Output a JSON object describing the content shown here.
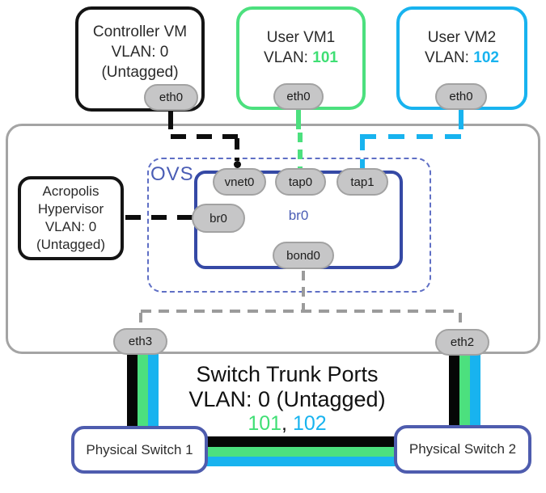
{
  "vms": {
    "controller": {
      "line1": "Controller VM",
      "line2": "VLAN: 0",
      "line3": "(Untagged)",
      "port": "eth0"
    },
    "vm1": {
      "line1": "User VM1",
      "vlan_prefix": "VLAN: ",
      "vlan": "101",
      "port": "eth0"
    },
    "vm2": {
      "line1": "User VM2",
      "vlan_prefix": "VLAN: ",
      "vlan": "102",
      "port": "eth0"
    }
  },
  "hypervisor": {
    "line1": "Acropolis",
    "line2": "Hypervisor",
    "line3": "VLAN: 0",
    "line4": "(Untagged)"
  },
  "ovs": {
    "label": "OVS",
    "bridge_label": "br0",
    "ports": {
      "vnet0": "vnet0",
      "tap0": "tap0",
      "tap1": "tap1",
      "br0": "br0",
      "bond0": "bond0"
    }
  },
  "host": {
    "port_left": "eth3",
    "port_right": "eth2"
  },
  "trunk": {
    "title": "Switch Trunk Ports",
    "subtitle": "VLAN: 0 (Untagged)",
    "vlan_a": "101",
    "separator": ", ",
    "vlan_b": "102"
  },
  "switches": {
    "left": "Physical Switch 1",
    "right": "Physical Switch 2"
  },
  "colors": {
    "vlan0_black": "#0d0d0d",
    "vlan101_green": "#4ce07e",
    "vlan102_cyan": "#18b3ef",
    "bridge_indigo": "#3549a5",
    "ovs_blue": "#4a5db5",
    "host_gray": "#a4a4a4",
    "pill_gray": "#c6c6c7"
  }
}
